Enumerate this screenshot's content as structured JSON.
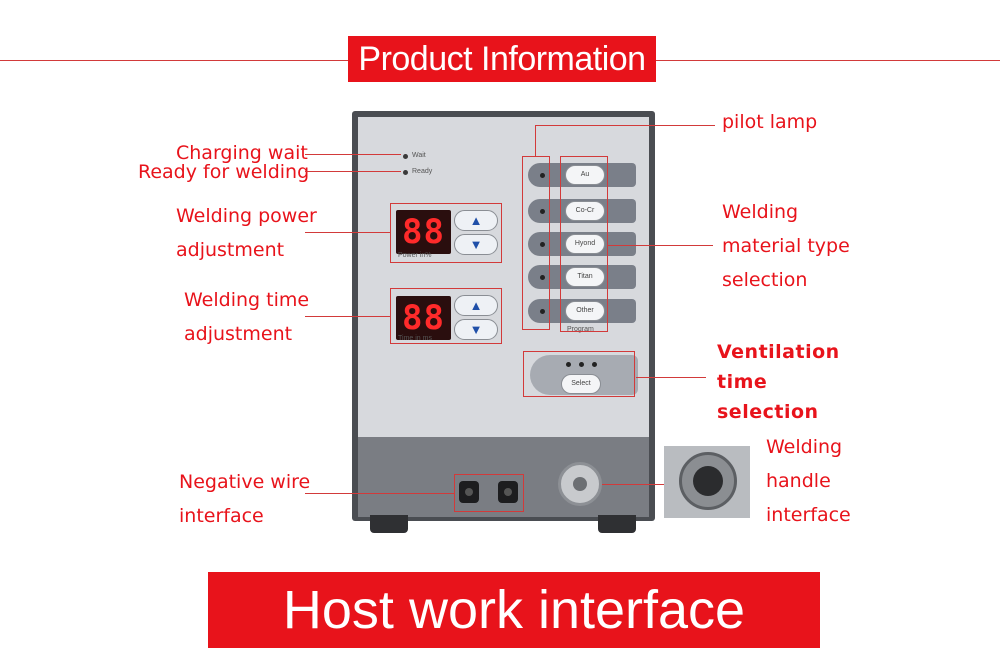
{
  "header": {
    "title": "Product Information"
  },
  "footer": {
    "title": "Host work interface"
  },
  "labels": {
    "charging_wait": "Charging wait",
    "ready_for_welding": "Ready for welding",
    "welding_power_1": "Welding power",
    "welding_power_2": "adjustment",
    "welding_time_1": "Welding time",
    "welding_time_2": "adjustment",
    "negative_wire_1": "Negative wire",
    "negative_wire_2": "interface",
    "pilot_lamp": "pilot lamp",
    "material_1": "Welding",
    "material_2": "material type",
    "material_3": "selection",
    "ventilation_1": "Ventilation",
    "ventilation_2": "time",
    "ventilation_3": "selection",
    "handle_1": "Welding",
    "handle_2": "handle",
    "handle_3": "interface"
  },
  "device": {
    "wait_label": "Wait",
    "ready_label": "Ready",
    "power_display": "88",
    "power_caption": "Power  in%",
    "time_display": "88",
    "time_caption": "Time  in  ms",
    "up_arrow": "▲",
    "down_arrow": "▼",
    "materials": [
      "Au",
      "Co-Cr",
      "Hyond",
      "Titan",
      "Other"
    ],
    "program_label": "Program",
    "select_button": "Select"
  },
  "colors": {
    "accent": "#e8131b",
    "device_body": "#4a4d52",
    "panel": "#d7d9dd",
    "display": "#ff2a2a"
  }
}
